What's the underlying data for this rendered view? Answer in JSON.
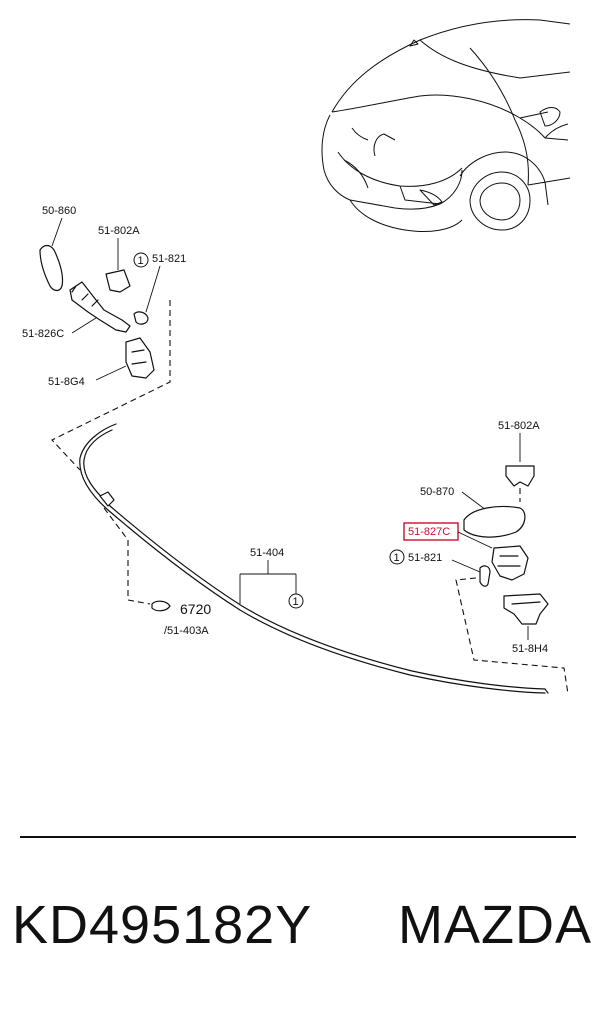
{
  "callouts": {
    "washer_cap_left": "50-860",
    "bracket_left": "51-802A",
    "circle_left": "1",
    "oring_left": "51-821",
    "nozzle_left": "51-826C",
    "bracket_lower_left": "51-8G4",
    "bracket_right": "51-802A",
    "washer_cap_right": "50-870",
    "nozzle_right_highlighted": "51-827C",
    "circle_right": "1",
    "oring_right": "51-821",
    "bracket_lower_right": "51-8H4",
    "hose": "51-404",
    "circle_hose": "1",
    "clip_number": "6720",
    "clip_ref": "/51-403A"
  },
  "highlight_color": "#c8102e",
  "footer": {
    "part_number": "KD495182Y",
    "brand": "MAZDA"
  }
}
